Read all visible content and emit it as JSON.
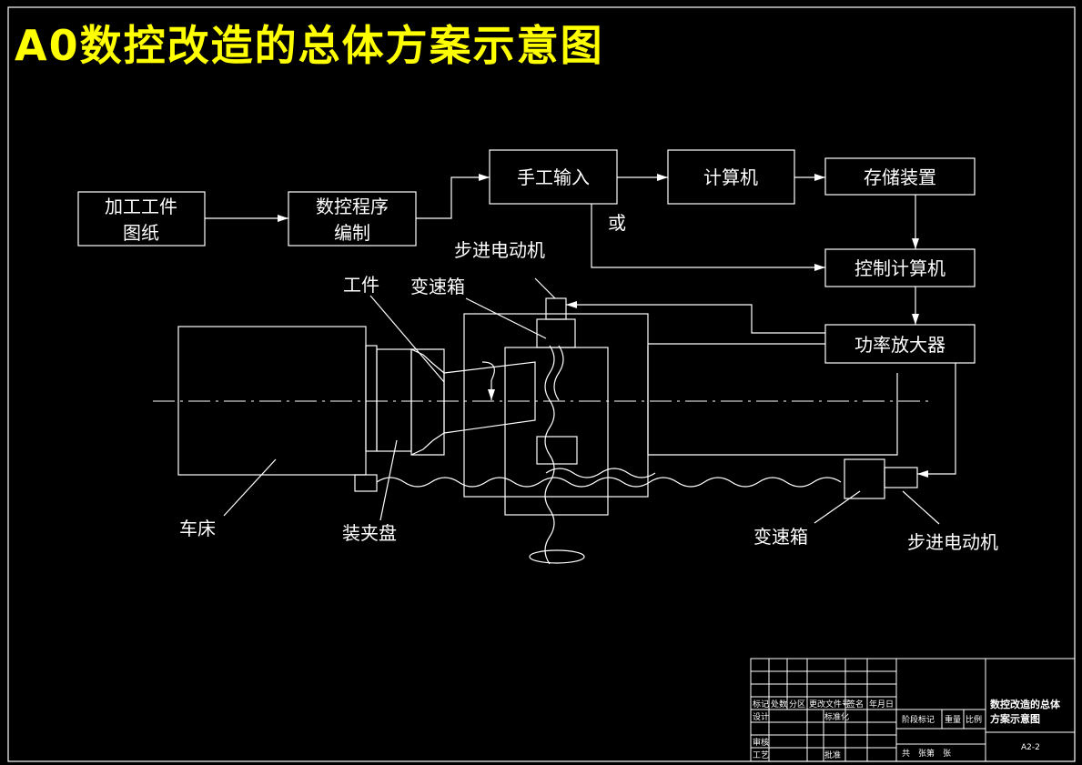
{
  "title": "A0数控改造的总体方案示意图",
  "colors": {
    "background": "#000000",
    "title": "#ffff00",
    "line": "#ffffff"
  },
  "flow": {
    "drawing": [
      "加工工件",
      "图纸"
    ],
    "program": [
      "数控程序",
      "编制"
    ],
    "manual_input": "手工输入",
    "computer": "计算机",
    "storage": "存储装置",
    "or": "或",
    "control_computer": "控制计算机",
    "amplifier": "功率放大器"
  },
  "labels": {
    "stepper_top": "步进电动机",
    "workpiece": "工件",
    "gearbox_top": "变速箱",
    "lathe": "车床",
    "chuck": "装夹盘",
    "gearbox_bottom": "变速箱",
    "stepper_bottom": "步进电动机"
  },
  "title_block": {
    "row_headers": [
      "标记",
      "处数",
      "分区",
      "更改文件号",
      "签名",
      "年月日"
    ],
    "design": "设计",
    "standard": "标准化",
    "stage": "阶段标记",
    "weight": "重量",
    "scale": "比例",
    "review": "审核",
    "process": "工艺",
    "approve": "批准",
    "sheet": "共　张第　张",
    "name_line1": "数控改造的总体",
    "name_line2": "方案示意图",
    "code": "A2-2"
  }
}
